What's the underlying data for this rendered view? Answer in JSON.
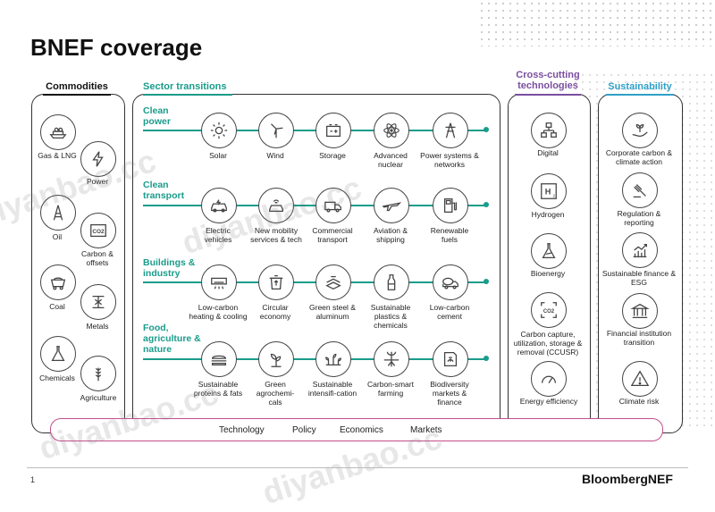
{
  "title": "BNEF coverage",
  "columns": {
    "commodities": "Commodities",
    "sectors": "Sector transitions",
    "cross": "Cross-cutting technologies",
    "sustainability": "Sustainability"
  },
  "commodities": [
    {
      "label": "Gas & LNG",
      "icon": "ship-icon"
    },
    {
      "label": "Power",
      "icon": "lightning-icon"
    },
    {
      "label": "Oil",
      "icon": "oil-rig-icon"
    },
    {
      "label": "Carbon & offsets",
      "icon": "co2-icon"
    },
    {
      "label": "Coal",
      "icon": "mine-cart-icon"
    },
    {
      "label": "Metals",
      "icon": "steel-beam-icon"
    },
    {
      "label": "Chemicals",
      "icon": "flask-icon"
    },
    {
      "label": "Agriculture",
      "icon": "wheat-icon"
    }
  ],
  "sector_rows": [
    {
      "title": "Clean power",
      "items": [
        {
          "label": "Solar",
          "icon": "sun-icon"
        },
        {
          "label": "Wind",
          "icon": "wind-turbine-icon"
        },
        {
          "label": "Storage",
          "icon": "battery-icon"
        },
        {
          "label": "Advanced nuclear",
          "icon": "atom-icon"
        },
        {
          "label": "Power systems & networks",
          "icon": "pylon-icon"
        }
      ]
    },
    {
      "title": "Clean transport",
      "items": [
        {
          "label": "Electric vehicles",
          "icon": "electric-car-icon"
        },
        {
          "label": "New mobility services & tech",
          "icon": "connected-car-icon"
        },
        {
          "label": "Commercial transport",
          "icon": "truck-icon"
        },
        {
          "label": "Aviation & shipping",
          "icon": "plane-icon"
        },
        {
          "label": "Renewable fuels",
          "icon": "fuel-pump-icon"
        }
      ]
    },
    {
      "title": "Buildings & industry",
      "items": [
        {
          "label": "Low-carbon heating & cooling",
          "icon": "air-conditioner-icon"
        },
        {
          "label": "Circular economy",
          "icon": "recycle-bin-icon"
        },
        {
          "label": "Green steel & aluminum",
          "icon": "steel-icon"
        },
        {
          "label": "Sustainable plastics & chemicals",
          "icon": "bottle-icon"
        },
        {
          "label": "Low-carbon cement",
          "icon": "cement-mixer-icon"
        }
      ]
    },
    {
      "title": "Food, agriculture & nature",
      "items": [
        {
          "label": "Sustainable proteins & fats",
          "icon": "burger-icon"
        },
        {
          "label": "Green agrochemi-cals",
          "icon": "seedling-icon"
        },
        {
          "label": "Sustainable intensifi-cation",
          "icon": "crops-icon"
        },
        {
          "label": "Carbon-smart farming",
          "icon": "plant-roots-icon"
        },
        {
          "label": "Biodiversity markets & finance",
          "icon": "biodiversity-icon"
        }
      ]
    }
  ],
  "cross_cutting": [
    {
      "label": "Digital",
      "icon": "network-icon"
    },
    {
      "label": "Hydrogen",
      "icon": "hydrogen-icon"
    },
    {
      "label": "Bioenergy",
      "icon": "bio-flask-icon"
    },
    {
      "label": "Carbon capture, utilization, storage & removal (CCUSR)",
      "icon": "co2-capture-icon"
    },
    {
      "label": "Energy efficiency",
      "icon": "gauge-icon"
    }
  ],
  "sustainability": [
    {
      "label": "Corporate carbon & climate action",
      "icon": "hand-plant-icon"
    },
    {
      "label": "Regulation & reporting",
      "icon": "gavel-icon"
    },
    {
      "label": "Sustainable finance & ESG",
      "icon": "growth-chart-icon"
    },
    {
      "label": "Financial institution transition",
      "icon": "bank-icon"
    },
    {
      "label": "Climate risk",
      "icon": "warning-icon"
    }
  ],
  "bottom_bar": [
    "Technology",
    "Policy",
    "Economics",
    "Markets"
  ],
  "page_number": "1",
  "logo": "BloombergNEF",
  "watermark": "diyanbao.cc",
  "colors": {
    "sector_accent": "#1a9c8b",
    "cross_accent": "#7b4fa0",
    "sustain_accent": "#2fa0c8",
    "bar_border": "#c44e8b"
  }
}
